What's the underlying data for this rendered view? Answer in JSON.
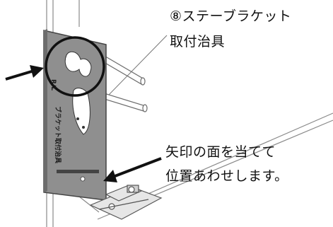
{
  "callouts": {
    "bracket_jig_line1": "⑧ステーブラケット",
    "bracket_jig_line2": "取付治具",
    "align_line1": "矢印の面を当てて",
    "align_line2": "位置あわせします。"
  },
  "jig_labels": {
    "vertical_left": "R/L",
    "vertical_right": "ブラケット取付治具"
  }
}
